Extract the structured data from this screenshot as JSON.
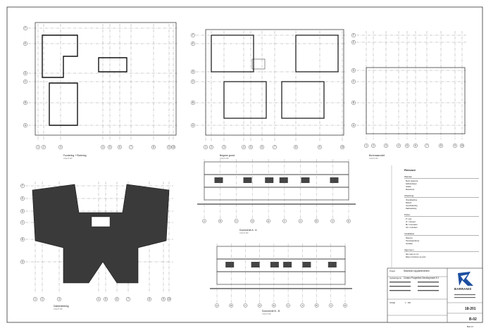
{
  "sheet": {
    "project_label": "Project",
    "project_name": "Stavsborn Appartementen",
    "client_label": "Opdrachtgever",
    "client_name": "Costus Properties Development K.f",
    "firm_name": "BARRANIS",
    "drawing_number": "18-201",
    "sheet_number": "B-02",
    "scale_label": "Schaal",
    "scale_value": "1 : 100",
    "page_label": "Blad 1/1"
  },
  "legend": {
    "title": "Renvooi",
    "sections": [
      {
        "heading": "Wanden",
        "lines": [
          "Beton wapening",
          "Kalkzandsteen",
          "Isolatie",
          "Metselwerk"
        ]
      },
      {
        "heading": "Afwerking",
        "lines": [
          "Vloerafwerking",
          "Plafond",
          "Gevelbekleding",
          "Dakbedekking"
        ]
      },
      {
        "heading": "Peilen",
        "lines": [
          "P = peil",
          "Vl = vloerpeil",
          "Bk = bovenkant",
          "Ok = onderkant"
        ]
      },
      {
        "heading": "Installaties",
        "lines": [
          "Riolering",
          "Hemelwaterafvoer",
          "Ventilatie"
        ]
      },
      {
        "heading": "Algemeen",
        "lines": [
          "Alle maten in mm",
          "Maten controleren op werk"
        ]
      }
    ]
  },
  "drawings": [
    {
      "id": "plan-foundation",
      "title": "Fundering + Riolering",
      "scale": "schaal 1:100"
    },
    {
      "id": "plan-ground",
      "title": "Begane grond",
      "scale": "schaal 1:100"
    },
    {
      "id": "plan-roof",
      "title": "Bovenaanzicht",
      "scale": "schaal 1:100"
    },
    {
      "id": "plan-roofing",
      "title": "Dakbedekking",
      "scale": "schaal 1:100"
    },
    {
      "id": "section-a",
      "title": "Doorsnede A - A",
      "scale": "schaal 1:100"
    },
    {
      "id": "section-b",
      "title": "Doorsnede B - B",
      "scale": "schaal 1:100"
    }
  ],
  "grid": {
    "columns": [
      "1",
      "2",
      "3",
      "4",
      "5",
      "6",
      "7",
      "8",
      "9",
      "10"
    ],
    "rows": [
      "A",
      "B",
      "C",
      "D",
      "E",
      "F"
    ]
  },
  "colors": {
    "line": "#222222",
    "hatch": "#3a3a3a",
    "paper": "#ffffff"
  }
}
